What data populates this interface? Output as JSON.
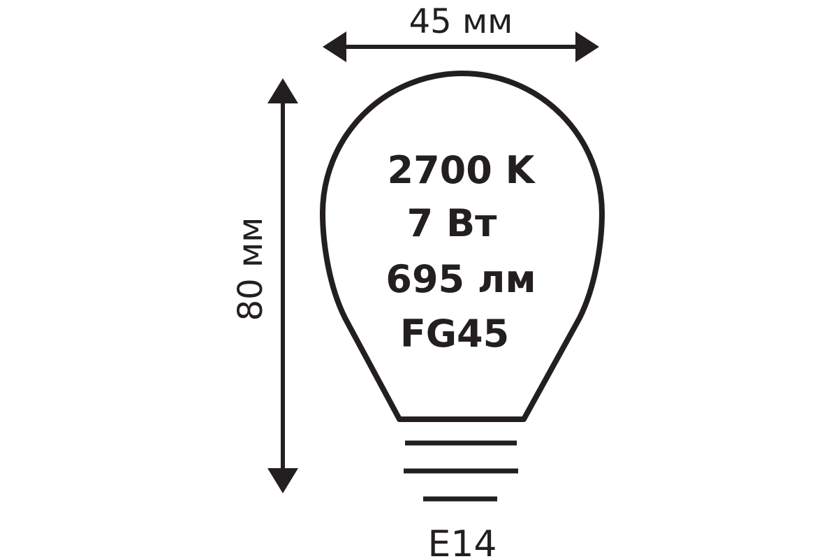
{
  "dimensions": {
    "width_label": "45 мм",
    "height_label": "80 мм"
  },
  "specs": {
    "color_temperature": "2700 K",
    "power": "7 Вт",
    "luminous_flux": "695 лм",
    "bulb_shape": "FG45"
  },
  "base": {
    "socket_label": "E14"
  },
  "colors": {
    "line": "#231f20",
    "background": "#ffffff"
  }
}
